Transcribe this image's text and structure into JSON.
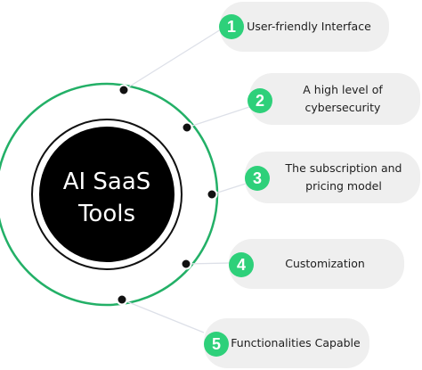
{
  "center": {
    "line1": "AI SaaS",
    "line2": "Tools"
  },
  "items": [
    {
      "number": "1",
      "label_line1": "User-friendly Interface",
      "label_line2": ""
    },
    {
      "number": "2",
      "label_line1": "A high level of",
      "label_line2": "cybersecurity"
    },
    {
      "number": "3",
      "label_line1": "The subscription and",
      "label_line2": "pricing model"
    },
    {
      "number": "4",
      "label_line1": "Customization",
      "label_line2": ""
    },
    {
      "number": "5",
      "label_line1": "Functionalities Capable",
      "label_line2": ""
    }
  ],
  "colors": {
    "accent": "#2ed07a",
    "ring": "#23b067",
    "center_fill": "#000000",
    "pill_fill": "#efefef",
    "connector": "#dde0e8",
    "text": "#1e1e1e"
  }
}
